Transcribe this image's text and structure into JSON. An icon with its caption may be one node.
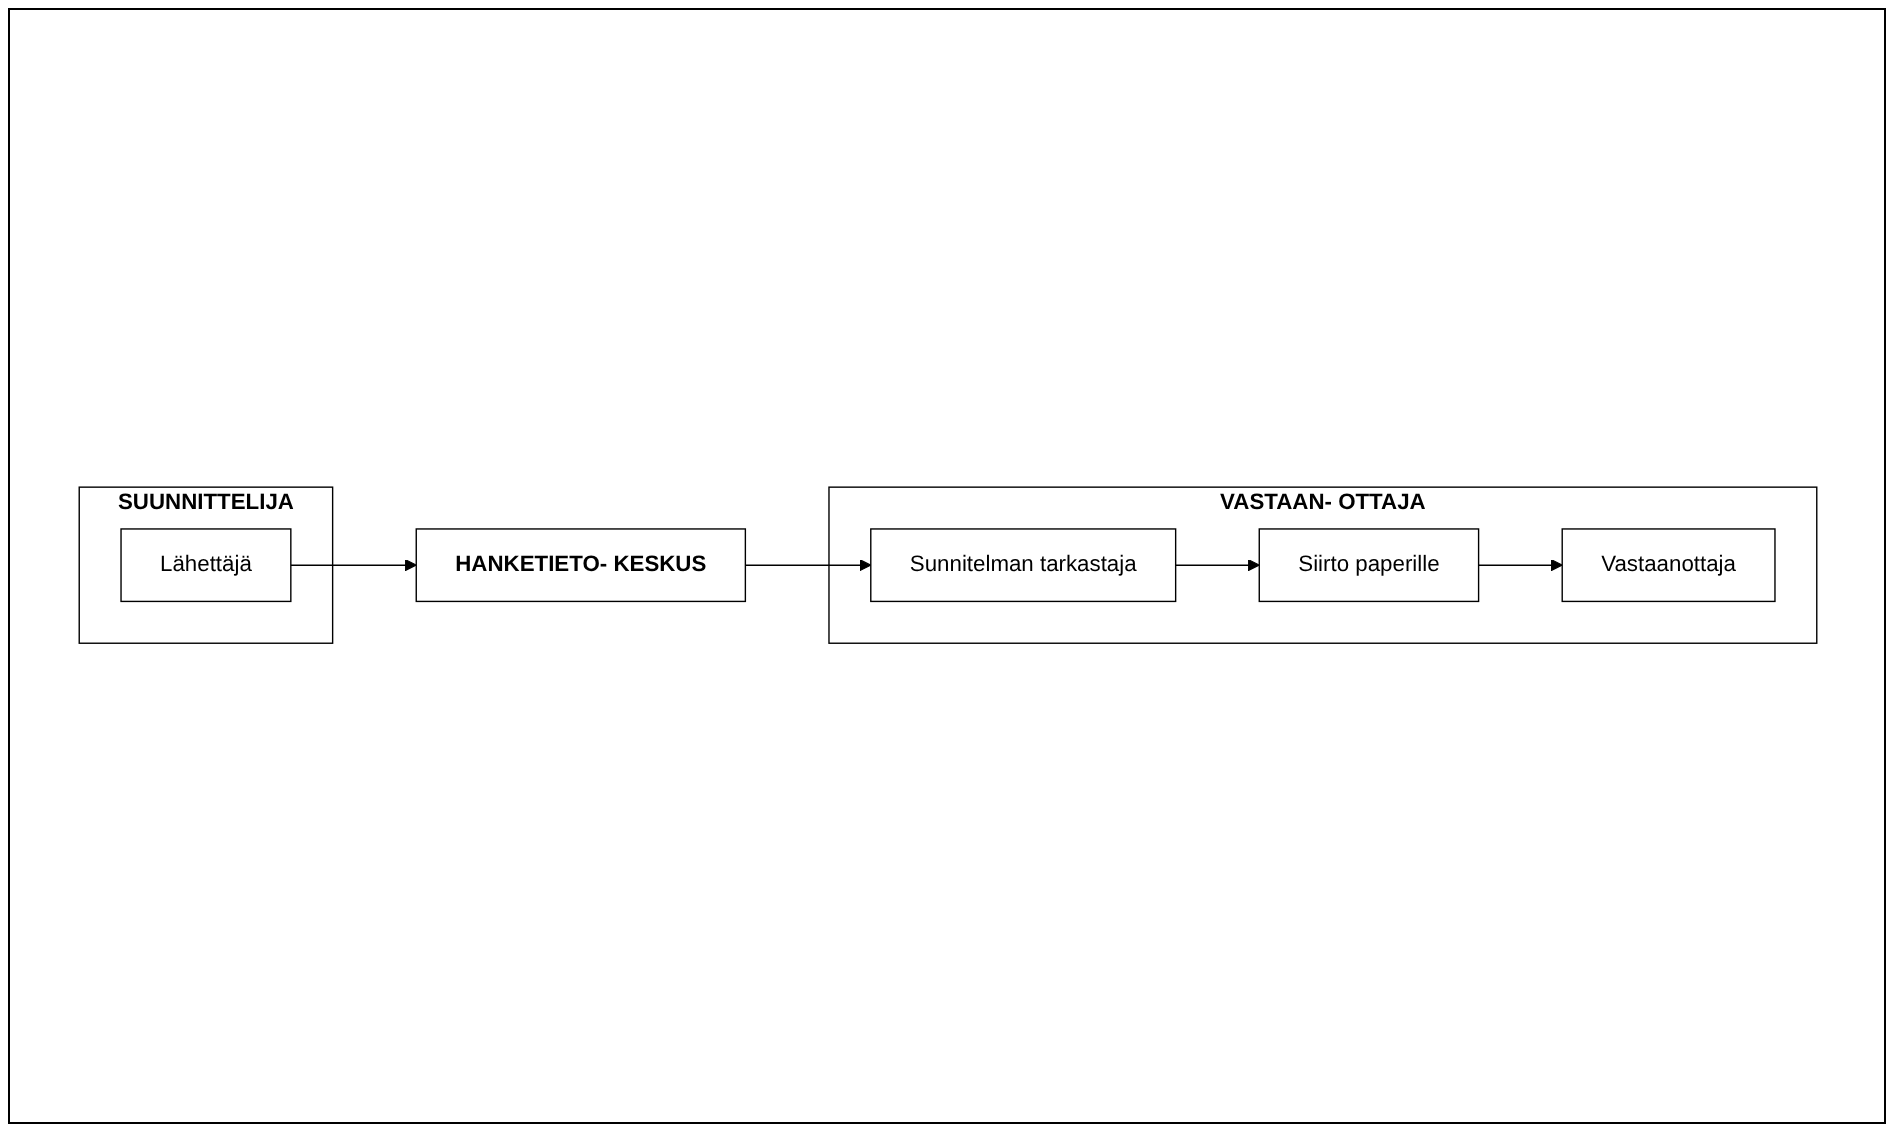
{
  "diagram": {
    "nodes": [
      {
        "text": [
          "SUUNNITTELIJA"
        ]
      },
      {
        "text": [
          "Lähettäjä"
        ],
        "in": 0
      },
      {
        "text": [
          "HANKETIETO- KESKUS"
        ]
      },
      {
        "text": [
          "VASTAAN- OTTAJA"
        ]
      },
      {
        "text": [
          "Sunnitelman tarkastaja"
        ],
        "in": 3
      },
      {
        "text": [
          "Siirto paperille"
        ],
        "in": 3
      },
      {
        "text": [
          "Vastaanottaja"
        ],
        "in": 3
      }
    ],
    "edges": [
      {
        "from": 1,
        "to": 2,
        "arrow": "to"
      },
      {
        "from": 2,
        "to": 4,
        "arrow": "to"
      },
      {
        "from": 4,
        "to": 5,
        "arrow": "to"
      },
      {
        "from": 5,
        "to": 6,
        "arrow": "to"
      }
    ]
  }
}
